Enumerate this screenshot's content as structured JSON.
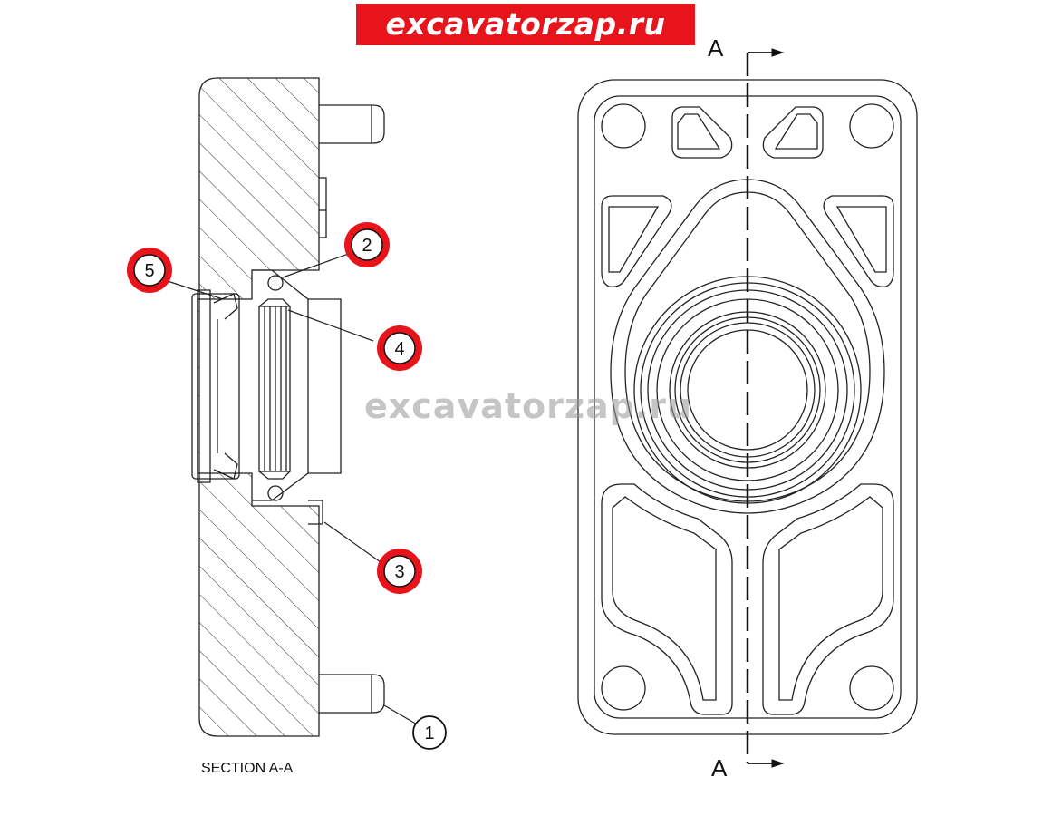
{
  "watermark": {
    "top_text": "excavatorzap.ru",
    "center_text": "excavatorzap.ru",
    "top_bg_color": "#e8141b"
  },
  "section_view": {
    "caption": "SECTION A-A"
  },
  "section_line": {
    "label_top": "A",
    "label_bottom": "A"
  },
  "callouts": [
    {
      "number": "1",
      "style": "plain"
    },
    {
      "number": "2",
      "style": "red"
    },
    {
      "number": "3",
      "style": "red"
    },
    {
      "number": "4",
      "style": "red"
    },
    {
      "number": "5",
      "style": "red"
    }
  ],
  "colors": {
    "line": "#222222",
    "callout_red": "#e8141b"
  }
}
